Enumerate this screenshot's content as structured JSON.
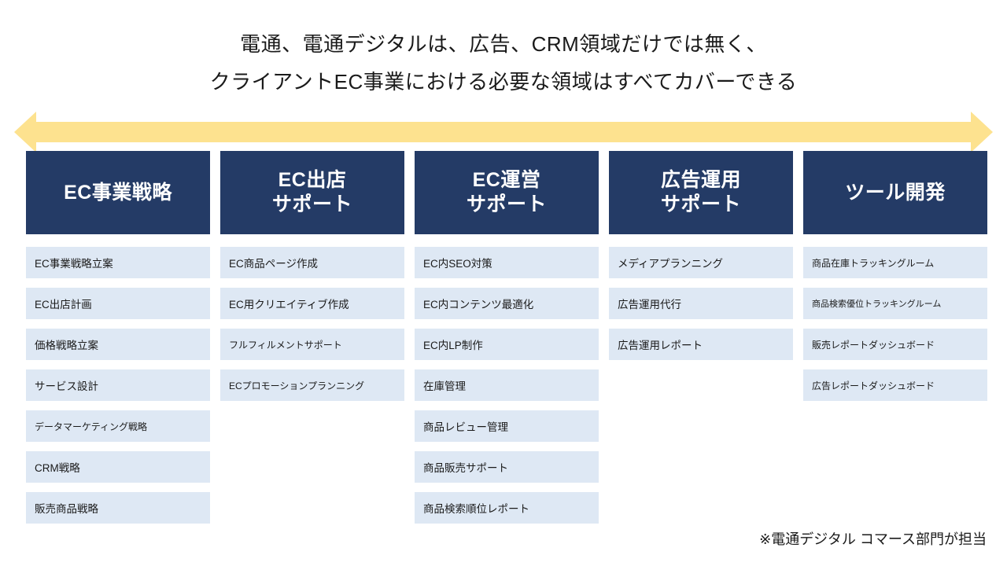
{
  "title": {
    "line1": "電通、電通デジタルは、広告、CRM領域だけでは無く、",
    "line2": "クライアントEC事業における必要な領域はすべてカバーできる"
  },
  "arrow": {
    "name": "double-headed-arrow",
    "color": "#fde28f",
    "direction": "both"
  },
  "colors": {
    "header_navy": "#243b66",
    "cell_blue": "#dee8f4",
    "arrow_yellow": "#fde28f",
    "text": "#1a1a1a"
  },
  "columns": [
    {
      "header_lines": [
        "EC事業戦略"
      ],
      "items": [
        {
          "label": "EC事業戦略立案",
          "size": "sm"
        },
        {
          "label": "EC出店計画",
          "size": "sm"
        },
        {
          "label": "価格戦略立案",
          "size": "sm"
        },
        {
          "label": "サービス設計",
          "size": "sm"
        },
        {
          "label": "データマーケティング戦略",
          "size": "xs"
        },
        {
          "label": "CRM戦略",
          "size": "sm"
        },
        {
          "label": "販売商品戦略",
          "size": "sm"
        }
      ]
    },
    {
      "header_lines": [
        "EC出店",
        "サポート"
      ],
      "items": [
        {
          "label": "EC商品ページ作成",
          "size": "sm"
        },
        {
          "label": "EC用クリエイティブ作成",
          "size": "sm"
        },
        {
          "label": "フルフィルメントサポート",
          "size": "xs"
        },
        {
          "label": "ECプロモーションプランニング",
          "size": "xs"
        }
      ]
    },
    {
      "header_lines": [
        "EC運営",
        "サポート"
      ],
      "items": [
        {
          "label": "EC内SEO対策",
          "size": "sm"
        },
        {
          "label": "EC内コンテンツ最適化",
          "size": "sm"
        },
        {
          "label": "EC内LP制作",
          "size": "sm"
        },
        {
          "label": "在庫管理",
          "size": "sm"
        },
        {
          "label": "商品レビュー管理",
          "size": "sm"
        },
        {
          "label": "商品販売サポート",
          "size": "sm"
        },
        {
          "label": "商品検索順位レポート",
          "size": "sm"
        }
      ]
    },
    {
      "header_lines": [
        "広告運用",
        "サポート"
      ],
      "items": [
        {
          "label": "メディアプランニング",
          "size": "sm"
        },
        {
          "label": "広告運用代行",
          "size": "sm"
        },
        {
          "label": "広告運用レポート",
          "size": "sm"
        }
      ]
    },
    {
      "header_lines": [
        "ツール開発"
      ],
      "items": [
        {
          "label": "商品在庫トラッキングルーム",
          "size": "xs"
        },
        {
          "label": "商品検索優位トラッキングルーム",
          "size": "xxs"
        },
        {
          "label": "販売レポートダッシュボード",
          "size": "xs"
        },
        {
          "label": "広告レポートダッシュボード",
          "size": "xs"
        }
      ]
    }
  ],
  "footnote": "※電通デジタル コマース部門が担当"
}
